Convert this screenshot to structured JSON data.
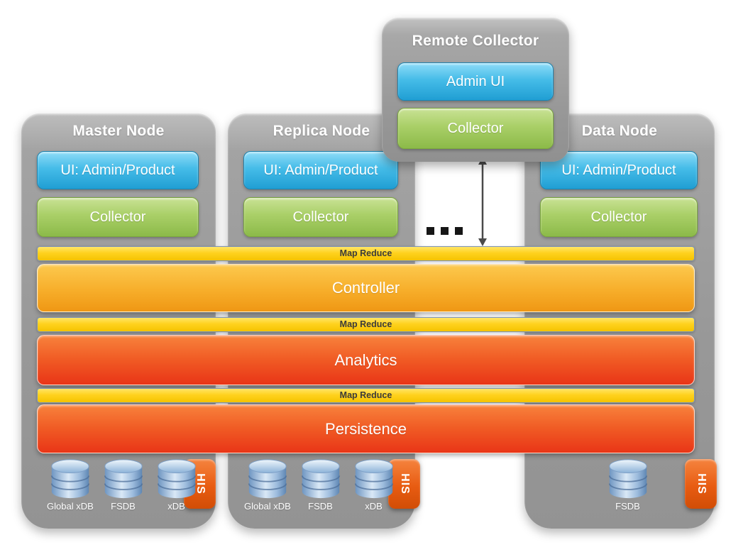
{
  "diagram": {
    "remote_collector": {
      "title": "Remote Collector",
      "admin_ui_label": "Admin UI",
      "collector_label": "Collector"
    },
    "nodes": [
      {
        "title": "Master Node",
        "ui_label": "UI: Admin/Product",
        "collector_label": "Collector",
        "his_label": "HIS",
        "databases": [
          "Global xDB",
          "FSDB",
          "xDB"
        ]
      },
      {
        "title": "Replica Node",
        "ui_label": "UI: Admin/Product",
        "collector_label": "Collector",
        "his_label": "HIS",
        "databases": [
          "Global xDB",
          "FSDB",
          "xDB"
        ]
      },
      {
        "title": "Data Node",
        "ui_label": "UI: Admin/Product",
        "collector_label": "Collector",
        "his_label": "HIS",
        "databases": [
          "FSDB"
        ]
      }
    ],
    "bands": [
      {
        "kind": "map_reduce",
        "label": "Map Reduce"
      },
      {
        "kind": "layer",
        "label": "Controller"
      },
      {
        "kind": "map_reduce",
        "label": "Map Reduce"
      },
      {
        "kind": "layer",
        "label": "Analytics"
      },
      {
        "kind": "map_reduce",
        "label": "Map Reduce"
      },
      {
        "kind": "layer",
        "label": "Persistence"
      }
    ],
    "ellipsis": "...",
    "colors": {
      "blue": "#45bce8",
      "blue_deep": "#209ed3",
      "green": "#a9cf67",
      "green_deep": "#8cba49",
      "yellow": "#ffd21e",
      "orange": "#f7ae2a",
      "orange_deep": "#ef9714",
      "red_orange": "#f05a24",
      "red_deep": "#e93517",
      "his_orange": "#e85c12",
      "node_gray": "#9a9a9a",
      "cylinder_blue": "#7ba2cc",
      "arrow_gray": "#4a4a4a"
    }
  }
}
